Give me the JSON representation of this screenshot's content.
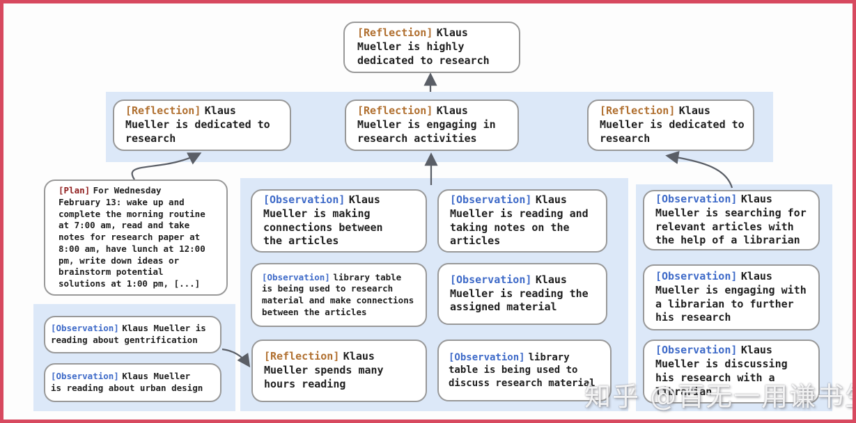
{
  "diagram": {
    "root": {
      "tag": "[Reflection]",
      "text": "Klaus\nMueller is highly\ndedicated to research"
    },
    "reflections_row": [
      {
        "tag": "[Reflection]",
        "text": "Klaus\nMueller is dedicated to\nresearch"
      },
      {
        "tag": "[Reflection]",
        "text": "Klaus\nMueller is engaging in\nresearch activities"
      },
      {
        "tag": "[Reflection]",
        "text": "Klaus\nMueller is dedicated to\nresearch"
      }
    ],
    "plan": {
      "tag": "[Plan]",
      "text": "For Wednesday\nFebruary 13: wake up and\ncomplete the morning routine\nat 7:00 am, read and take\nnotes for research paper at\n8:00 am, have lunch at 12:00\npm, write down ideas or\nbrainstorm potential\nsolutions at 1:00 pm, [...]"
    },
    "left_observations": [
      {
        "tag": "[Observation]",
        "text": "Klaus Mueller is\nreading about gentrification"
      },
      {
        "tag": "[Observation]",
        "text": "Klaus Mueller\nis reading about urban design"
      }
    ],
    "middle_col_left": [
      {
        "tag": "[Observation]",
        "text": "Klaus\nMueller is making\nconnections between\nthe articles"
      },
      {
        "tag": "[Observation]",
        "text": "library table\nis being used to research\nmaterial and make connections\nbetween the articles"
      },
      {
        "tag": "[Reflection]",
        "text": "Klaus\nMueller spends many\nhours reading"
      }
    ],
    "middle_col_right": [
      {
        "tag": "[Observation]",
        "text": "Klaus\nMueller is reading and\ntaking notes on the\narticles"
      },
      {
        "tag": "[Observation]",
        "text": "Klaus\nMueller is reading the\nassigned material"
      },
      {
        "tag": "[Observation]",
        "text": "library\ntable is being used to\ndiscuss research material"
      }
    ],
    "right_col": [
      {
        "tag": "[Observation]",
        "text": "Klaus\nMueller is searching for\nrelevant articles with\nthe help of a librarian"
      },
      {
        "tag": "[Observation]",
        "text": "Klaus\nMueller is engaging with\na librarian to further\nhis research"
      },
      {
        "tag": "[Observation]",
        "text": "Klaus\nMueller is discussing\nhis research with a\nlibrarian"
      }
    ]
  },
  "watermark": {
    "text": "知乎 @百无一用谦书生"
  },
  "colors": {
    "frame_border": "#d7495f",
    "band_background": "#dce8f8",
    "node_border": "#989898",
    "reflection_tag": "#b06f2f",
    "observation_tag": "#3e6ac8",
    "plan_tag": "#8f1d1d",
    "arrow": "#5a5e66",
    "text": "#1d1d1d"
  }
}
